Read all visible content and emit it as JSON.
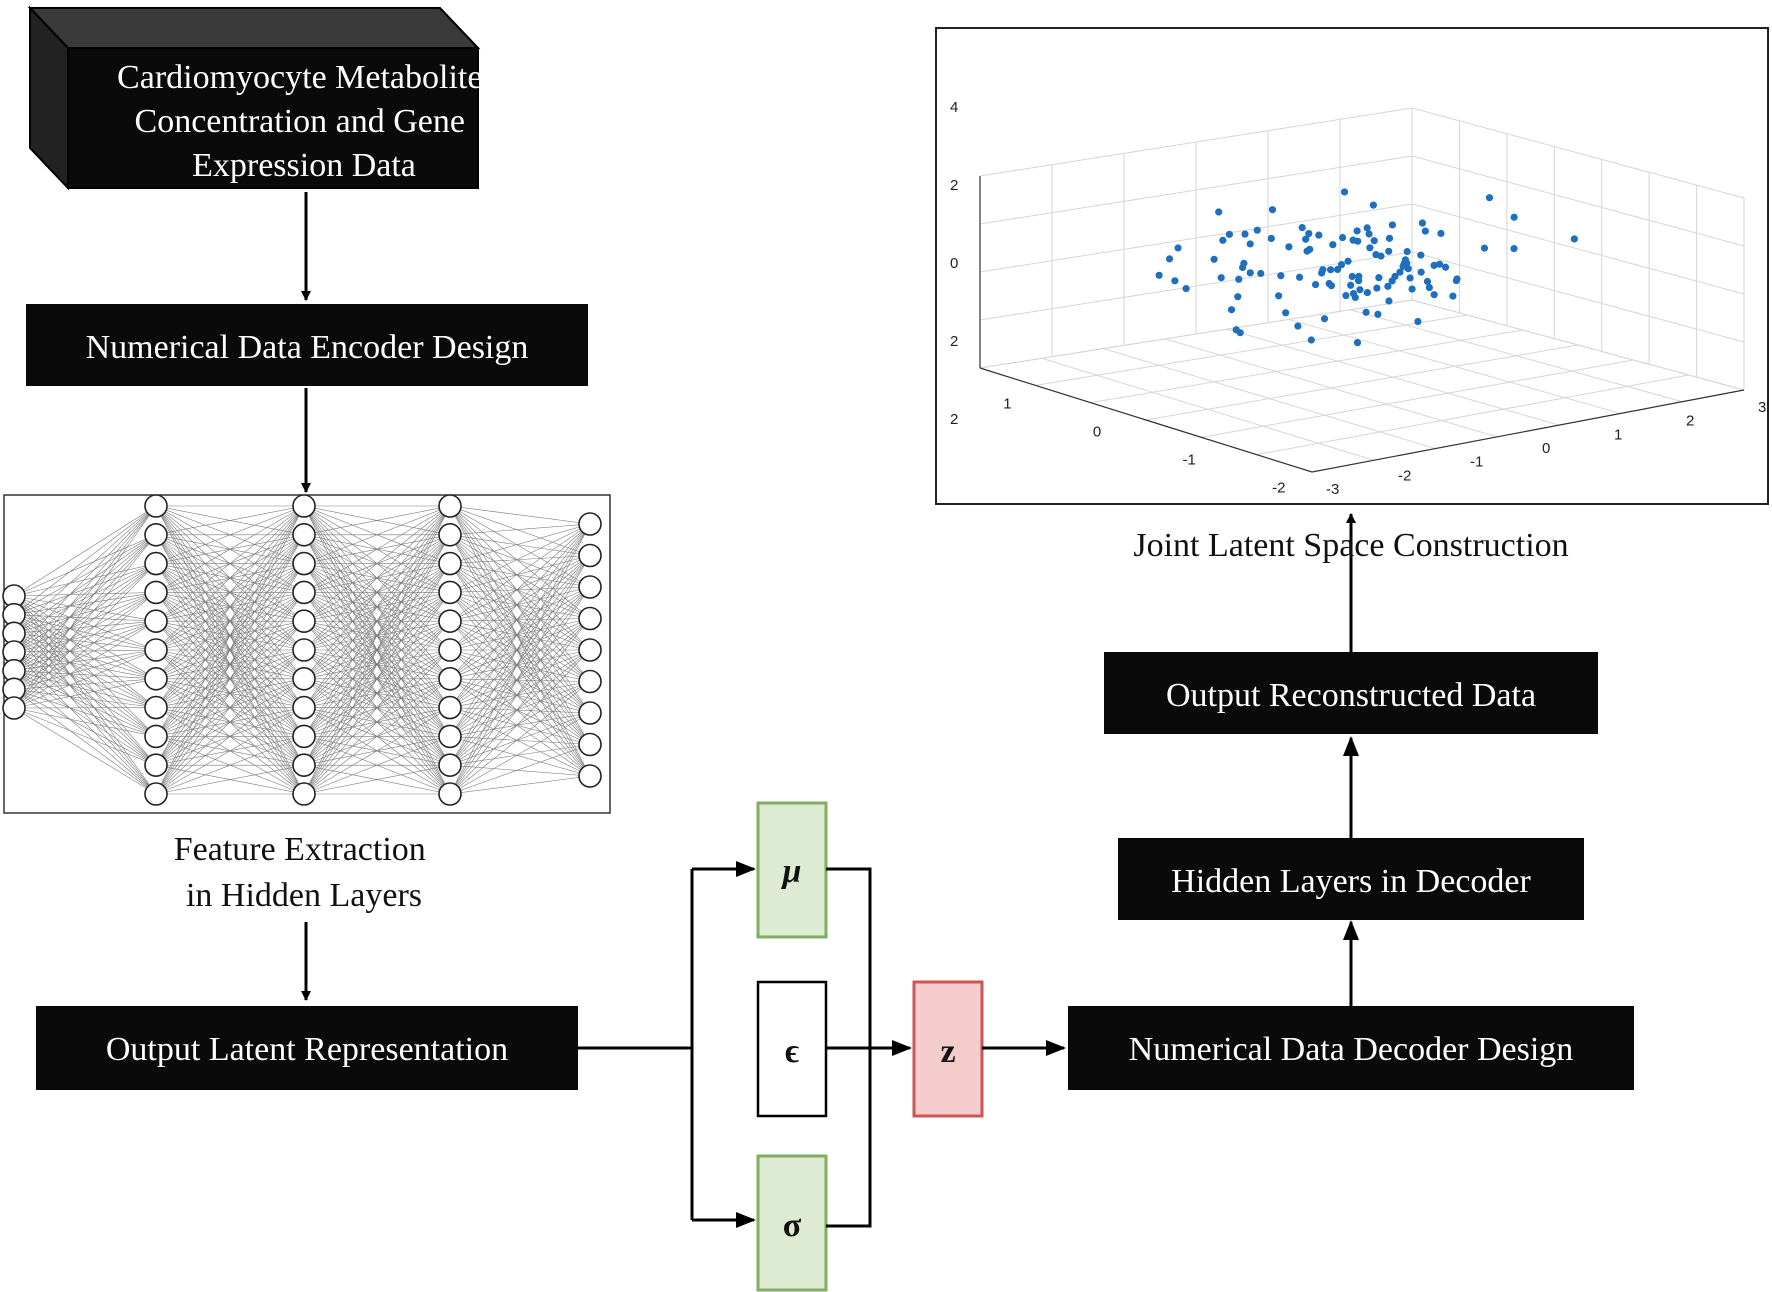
{
  "nodes": {
    "input_data": [
      "Cardiomyocyte Metabolite",
      "Concentration and Gene",
      "Expression Data"
    ],
    "encoder_design": "Numerical Data Encoder Design",
    "feature_caption": [
      "Feature Extraction",
      "in Hidden Layers"
    ],
    "latent_output": "Output Latent Representation",
    "mu": "μ",
    "epsilon": "ϵ",
    "sigma": "σ",
    "z": "z",
    "decoder_design": "Numerical Data Decoder Design",
    "decoder_hidden": "Hidden Layers in Decoder",
    "reconstructed": "Output Reconstructed Data",
    "latent_space_caption": "Joint Latent Space Construction"
  },
  "colors": {
    "box_fill": "#0a0a0a",
    "box_text": "#ffffff",
    "mu_sigma_fill": "#dcebd2",
    "mu_sigma_stroke": "#7fae62",
    "z_fill": "#f5cccc",
    "z_stroke": "#cc5555",
    "scatter_point": "#1f6fbf"
  },
  "scatter_plot": {
    "type": "3d-scatter",
    "z_ticks": [
      "4",
      "2",
      "0",
      "2",
      "2"
    ],
    "left_axis_ticks": [
      "1",
      "0",
      "-1",
      "-2"
    ],
    "right_axis_ticks": [
      "-3",
      "-2",
      "-1",
      "0",
      "1",
      "2",
      "3"
    ],
    "point_count": 110
  }
}
